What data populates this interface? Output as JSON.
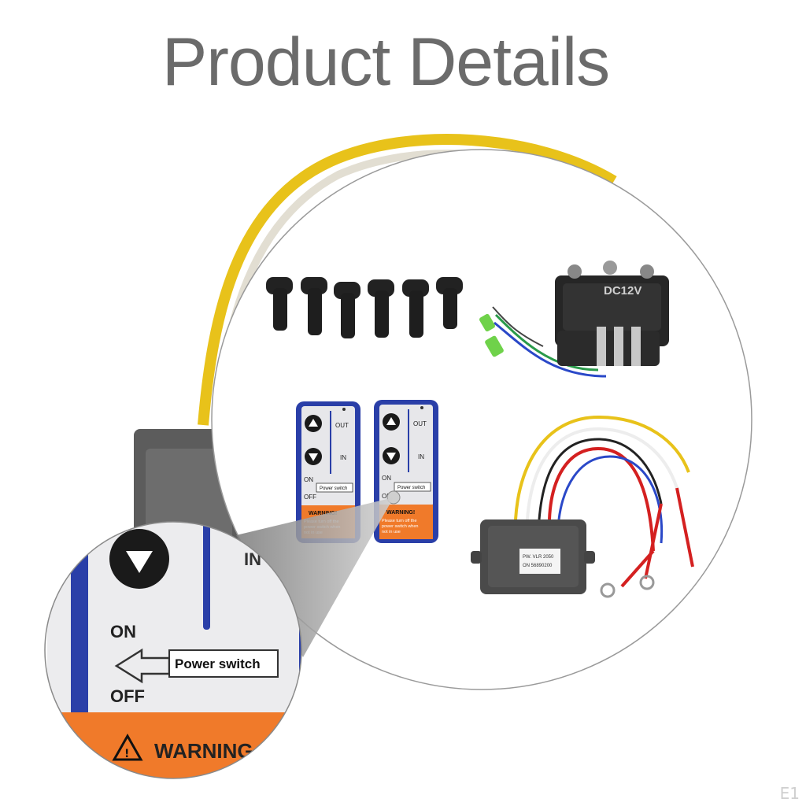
{
  "header": {
    "title": "Product Details"
  },
  "corner_mark": "E1",
  "solenoid": {
    "label": "DC12V"
  },
  "remote": {
    "out_label": "OUT",
    "in_label": "IN",
    "on_label": "ON",
    "off_label": "OFF",
    "switch_label": "Power switch",
    "warning_label": "WARNING!",
    "warning_text_1": "Please turn off the",
    "warning_text_2": "power switch when",
    "warning_text_3": "not in use"
  },
  "zoom": {
    "in_label": "IN",
    "on_label": "ON",
    "off_label": "OFF",
    "switch_label": "Power switch",
    "warning_label": "WARNING"
  },
  "receiver": {
    "sticker_line_1": "PW. VLR 2050",
    "sticker_line_2": "ON 56890200"
  },
  "colors": {
    "title": "#6b6b6b",
    "remote_blue": "#2a3fa8",
    "warning_orange": "#f07a2a",
    "wire_yellow": "#e8c21a",
    "wire_red": "#d42020",
    "wire_blue": "#2a48c8",
    "wire_green": "#2a9a4a"
  }
}
